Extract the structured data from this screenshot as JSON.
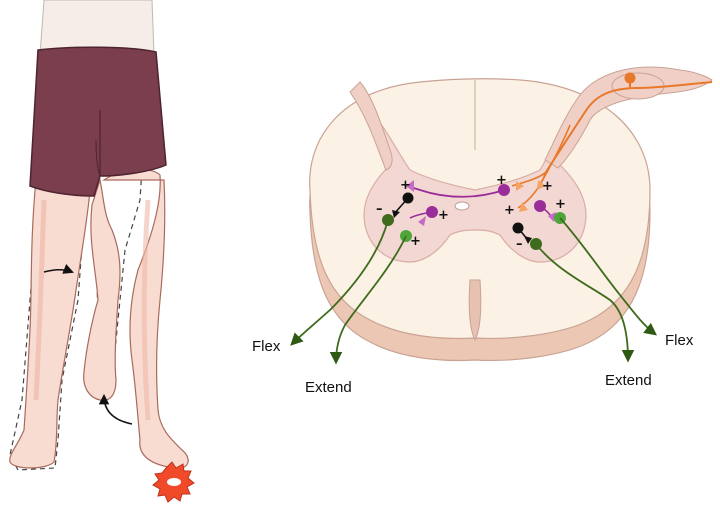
{
  "labels": {
    "flex_left": "Flex",
    "extend_left": "Extend",
    "flex_right": "Flex",
    "extend_right": "Extend"
  },
  "signs": {
    "plus": "+",
    "minus": "–"
  },
  "colors": {
    "shorts": "#7a3e4c",
    "skin": "#f8dcd2",
    "skin_shadow": "#efb9a8",
    "cord_white": "#fbf1e4",
    "cord_gray": "#f3d7d2",
    "sensory": "#e8782a",
    "interneuron": "#9b2d9b",
    "motor_flex": "#3f6b1c",
    "motor_extend": "#4ea63a",
    "inhibitory": "#111111",
    "stimulus": "#f04a2a"
  }
}
